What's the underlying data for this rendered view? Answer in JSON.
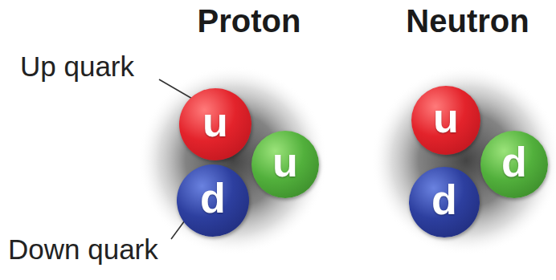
{
  "diagram": {
    "nodes": [
      {
        "text": [
          "Proton"
        ]
      },
      {
        "text": [
          "u"
        ],
        "in": 0
      },
      {
        "text": [
          "u"
        ],
        "in": 0
      },
      {
        "text": [
          "d"
        ],
        "in": 0
      },
      {
        "text": [
          "Neutron"
        ]
      },
      {
        "text": [
          "u"
        ],
        "in": 4
      },
      {
        "text": [
          "d"
        ],
        "in": 4
      },
      {
        "text": [
          "d"
        ],
        "in": 4
      }
    ],
    "labels": [
      "Up quark",
      "Down quark"
    ]
  }
}
